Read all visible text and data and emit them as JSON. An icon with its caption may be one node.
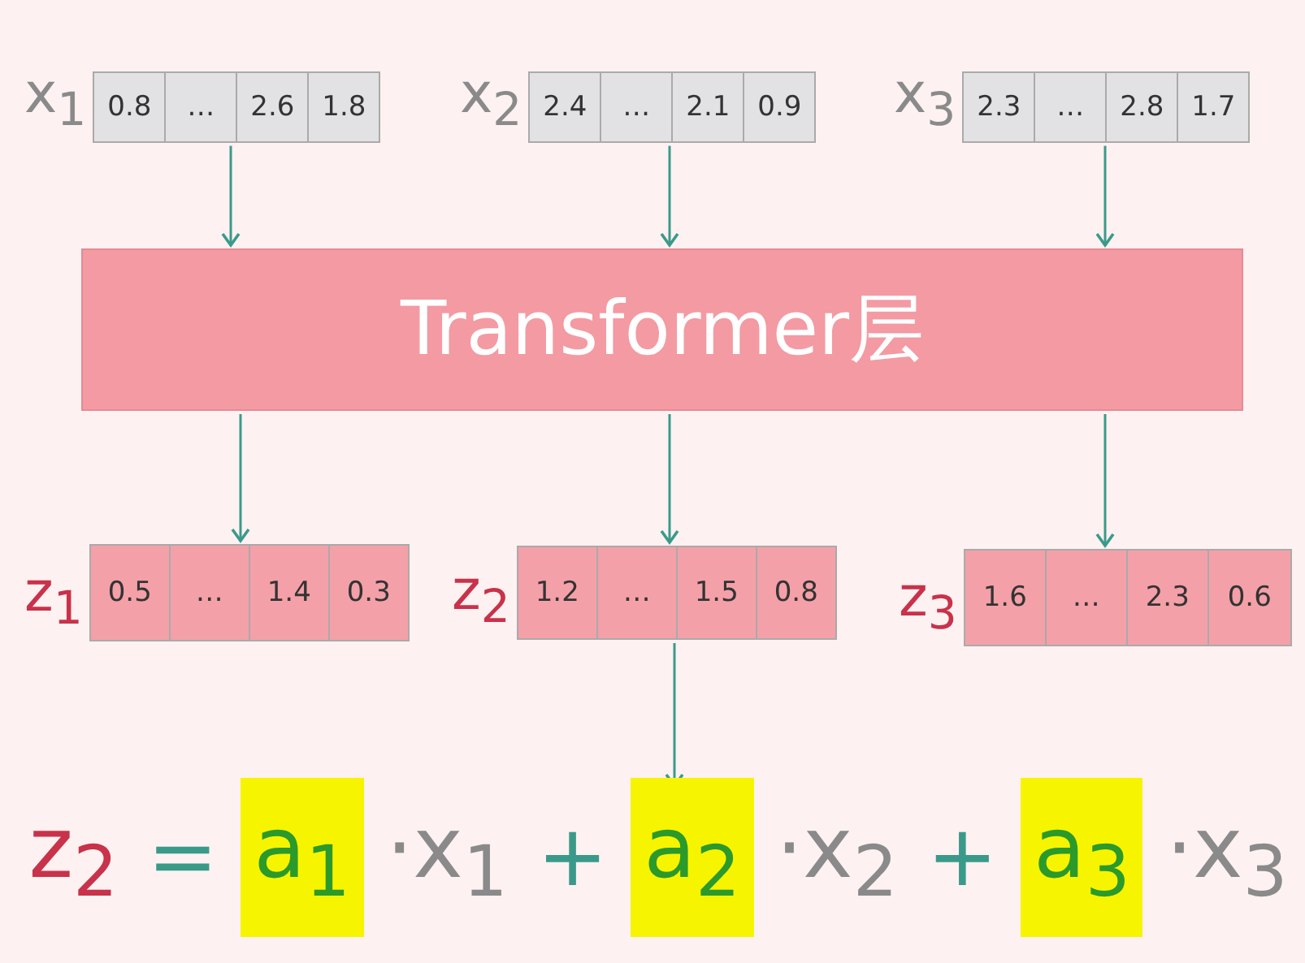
{
  "diagram": {
    "nodes": [
      {
        "text": [
          "0.8",
          "…",
          "2.6",
          "1.8"
        ],
        "beside": [
          "x$_{1}$"
        ]
      },
      {
        "text": [
          "2.4",
          "…",
          "2.1",
          "0.9"
        ],
        "beside": [
          "x$_{2}$"
        ]
      },
      {
        "text": [
          "2.3",
          "…",
          "2.8",
          "1.7"
        ],
        "beside": [
          "x$_{3}$"
        ]
      },
      {
        "text": [
          "Transformer层"
        ]
      },
      {
        "text": [
          "0.5",
          "…",
          "1.4",
          "0.3"
        ],
        "beside": [
          "z$_{1}$"
        ]
      },
      {
        "text": [
          "1.2",
          "…",
          "1.5",
          "0.8"
        ],
        "beside": [
          "z$_{2}$"
        ]
      },
      {
        "text": [
          "1.6",
          "…",
          "2.3",
          "0.6"
        ],
        "beside": [
          "z$_{3}$"
        ]
      },
      {
        "text": [
          "z$_{2}$",
          "=",
          "a$_{1}$",
          "·x$_{1}$",
          "+",
          "a$_{2}$",
          "·x$_{2}$",
          "+",
          "a$_{3}$",
          "·x$_{3}$"
        ]
      }
    ],
    "edges": [
      {
        "from": 0,
        "to": 3,
        "arrow": "to"
      },
      {
        "from": 1,
        "to": 3,
        "arrow": "to"
      },
      {
        "from": 2,
        "to": 3,
        "arrow": "to"
      },
      {
        "from": 3,
        "to": 4,
        "arrow": "to"
      },
      {
        "from": 3,
        "to": 5,
        "arrow": "to"
      },
      {
        "from": 3,
        "to": 6,
        "arrow": "to"
      },
      {
        "from": 5,
        "to": 7,
        "arrow": "to"
      }
    ]
  }
}
